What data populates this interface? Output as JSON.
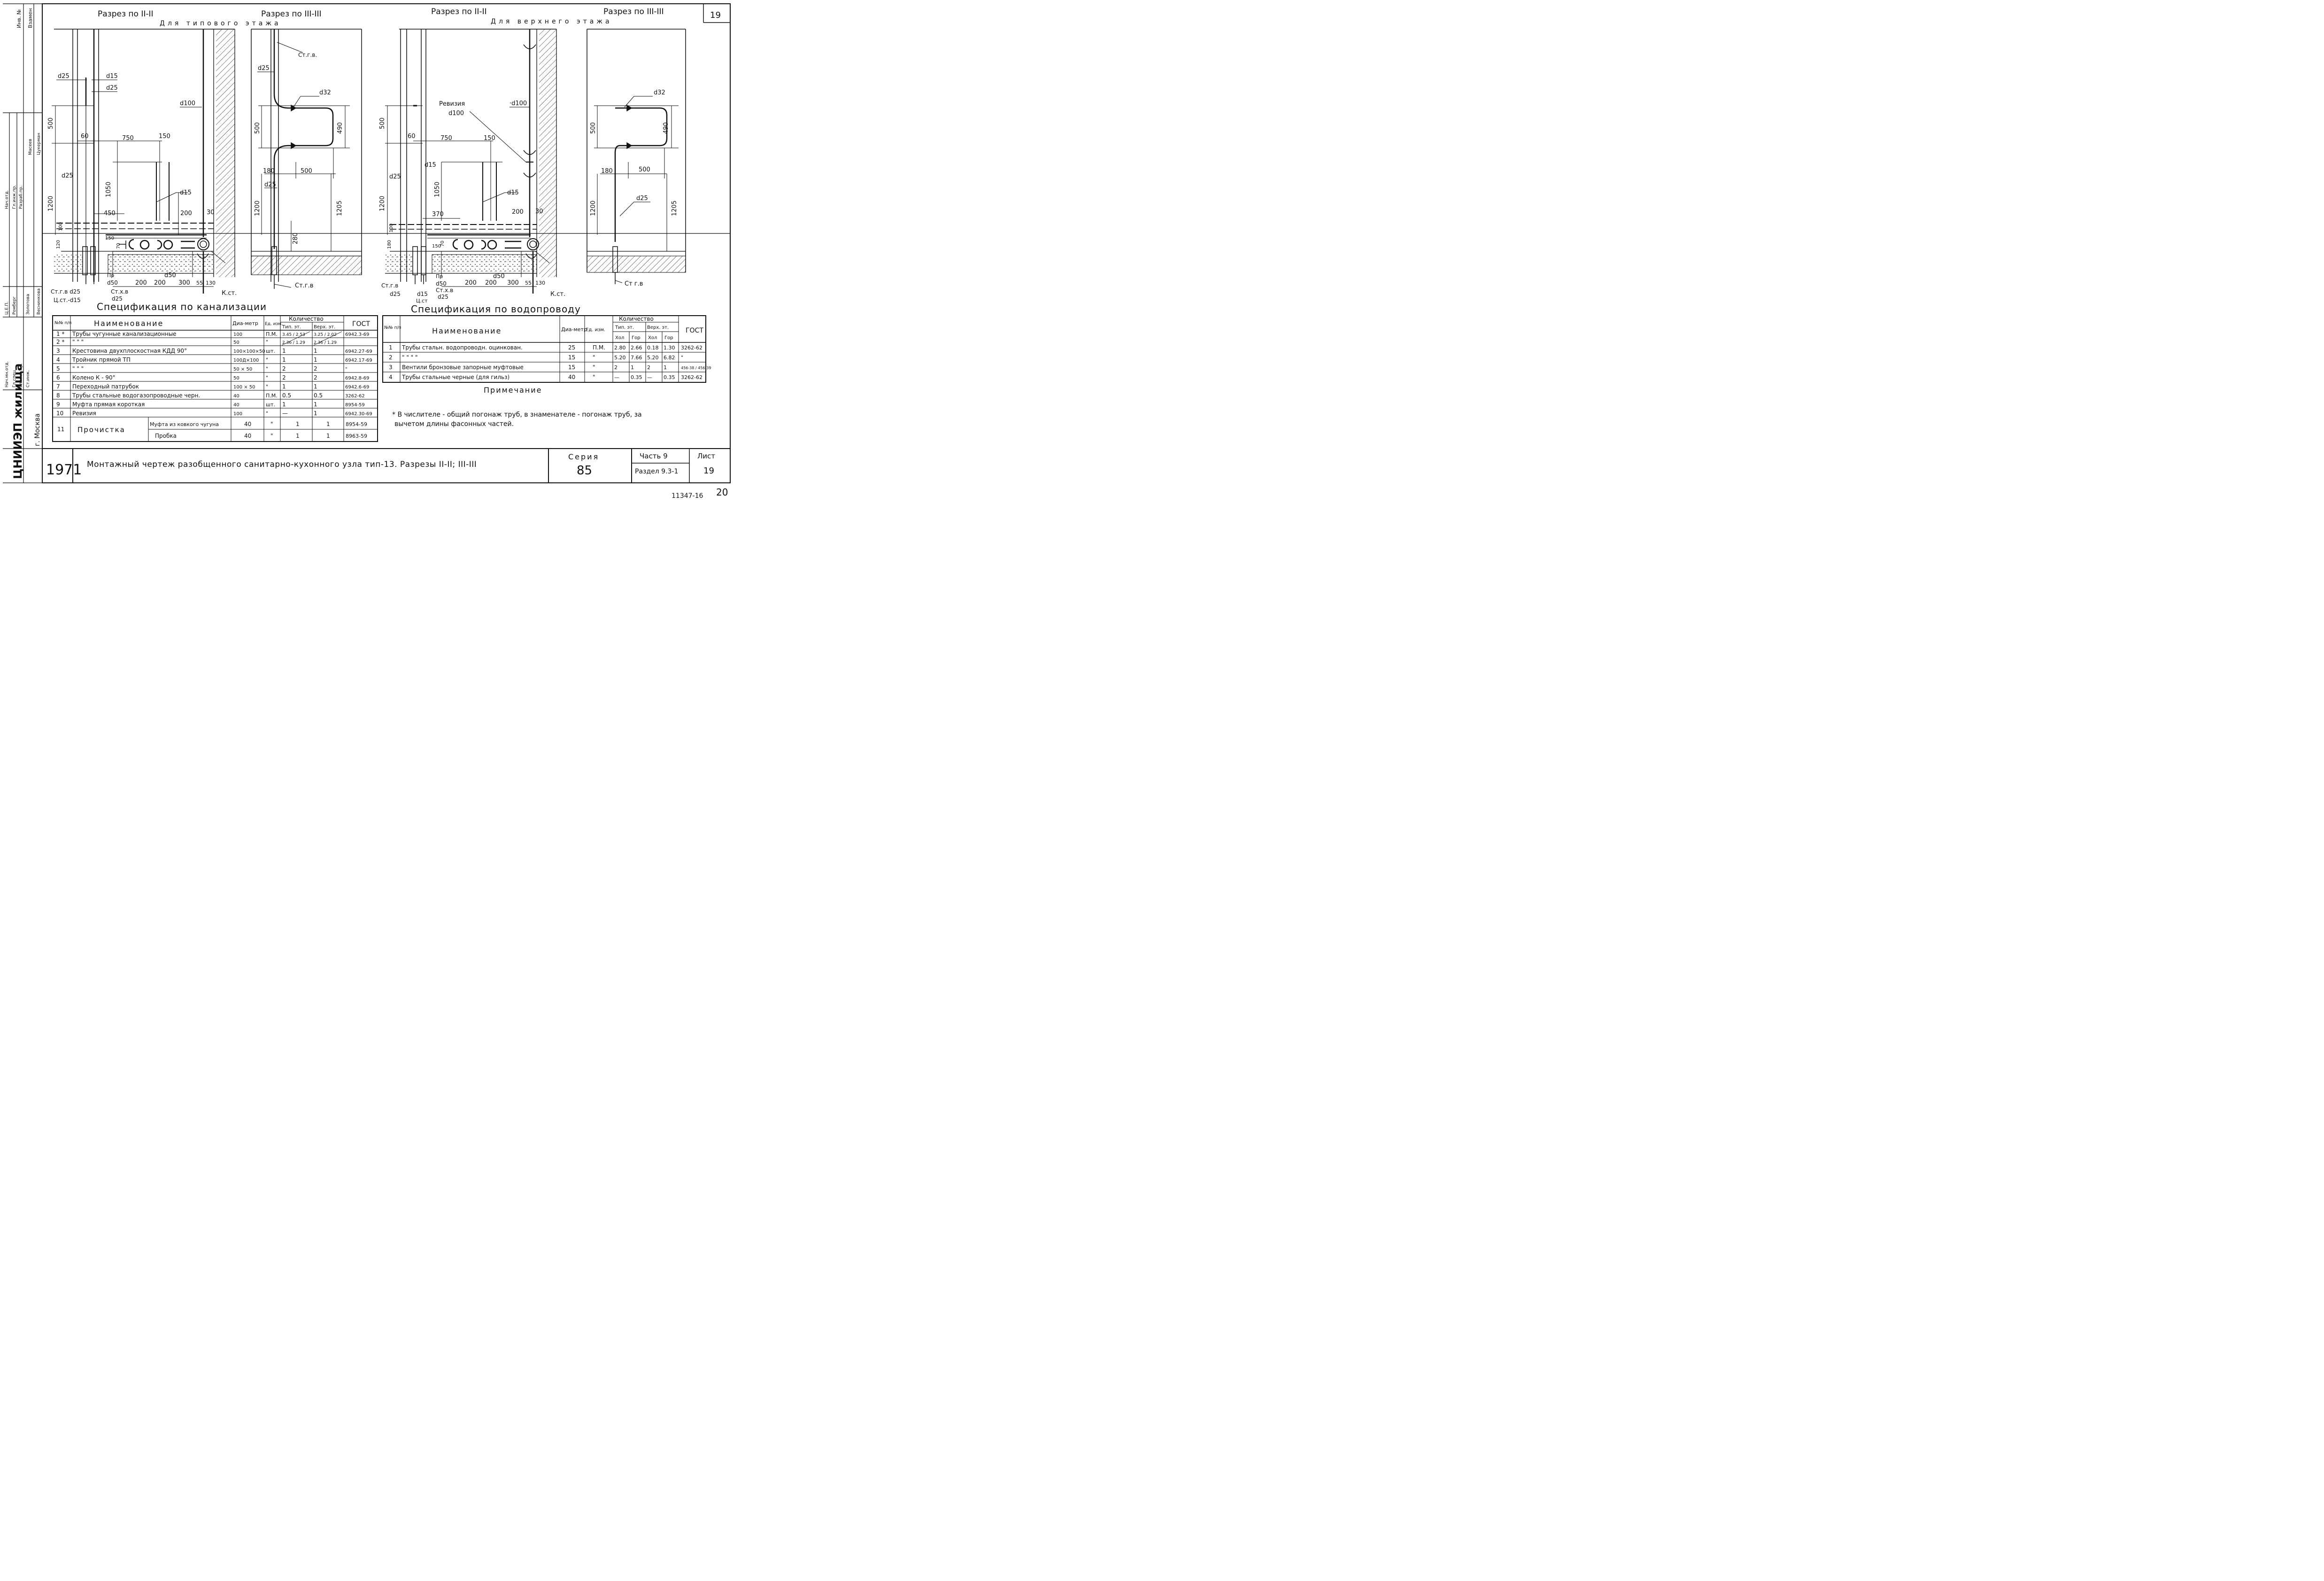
{
  "sheet_no_box": "19",
  "sections": {
    "s1_title": "Разрез по II-II",
    "s2_title": "Разрез по III-III",
    "typical_caption": "Для типового этажа",
    "s3_title": "Разрез по II-II",
    "s4_title": "Разрез по III-III",
    "upper_caption": "Для верхнего этажа"
  },
  "dims": {
    "d25": "d25",
    "d15": "d15",
    "d32": "d32",
    "d100": "d100",
    "d50": "d50",
    "d100b": "·d100",
    "d25_tilde": "d25",
    "v500": "500",
    "v490": "490",
    "v1050": "1050",
    "v1200": "1200",
    "v1205": "1205",
    "h750": "750",
    "h150": "150",
    "h60": "60",
    "h450": "450",
    "h200": "200",
    "h30": "30",
    "h300": "300",
    "h55": "55",
    "h130": "130",
    "h180": "180",
    "h280": "280",
    "h370": "370",
    "h70": "70",
    "h100": "100",
    "h120": "120",
    "h500": "500"
  },
  "labels": {
    "st_gv": "Ст.г.в.",
    "st_gv2": "Ст.г.в",
    "st_gv_d25": "Ст.г.в d25",
    "st_gv_low": "Ст.г.в",
    "ts_st": "Ц.ст.-d15",
    "ts_st2": "Ц.ст",
    "st_hv": "Ст.х.в",
    "pr": "Пр",
    "k_st": "К.ст.",
    "revision": "Ревизия",
    "revision_d": "d100",
    "st_gv_right": "Ст г.в"
  },
  "left_strip": {
    "inv": "Инв. №",
    "vzamen": "Взамен",
    "roles": [
      "Нач.отд.",
      "Гл.инж.пр.",
      "Разраб.пр."
    ],
    "names": [
      "Масеев",
      "Цукерман"
    ],
    "roles2": [
      "Нач.мн.отд.",
      "Гл.спец.",
      "Гл.инж.пр.",
      "Ст.инж."
    ],
    "names2": [
      "Ц.Е.П.",
      "Ромберг",
      "Золотова",
      "Веснинкова"
    ],
    "org": "ЦНИИЭП жилища",
    "city": "г. Москва"
  },
  "spec_sewer": {
    "title": "Спецификация по канализации",
    "headers": {
      "nn": "№№ п/п",
      "name": "Наименование",
      "dia": "Диа-метр",
      "unit": "Ед. изм.",
      "qty": "Количество",
      "typ": "Тип. эт.",
      "top": "Верх. эт.",
      "gost": "ГОСТ"
    },
    "rows": [
      {
        "n": "1 *",
        "name": "Трубы чугунные канализационные",
        "dia": "100",
        "unit": "П.М.",
        "typ": "3.45 / 2.53",
        "top": "3.25 / 2.02",
        "gost": "6942.3-69"
      },
      {
        "n": "2 *",
        "name": "\"         \"         \"",
        "dia": "50",
        "unit": "\"",
        "typ": "2.36 / 1.29",
        "top": "2.36 / 1.29",
        "gost": ""
      },
      {
        "n": "3",
        "name": "Крестовина двухплоскостная КДД 90°",
        "dia": "100×100×50",
        "unit": "шт.",
        "typ": "1",
        "top": "1",
        "gost": "6942.27-69"
      },
      {
        "n": "4",
        "name": "Тройник прямой ТП",
        "dia": "100Д×100",
        "unit": "\"",
        "typ": "1",
        "top": "1",
        "gost": "6942.17-69"
      },
      {
        "n": "5",
        "name": "\"         \"         \"",
        "dia": "50 × 50",
        "unit": "\"",
        "typ": "2",
        "top": "2",
        "gost": "\""
      },
      {
        "n": "6",
        "name": "Колено    К - 90°",
        "dia": "50",
        "unit": "\"",
        "typ": "2",
        "top": "2",
        "gost": "6942.8-69"
      },
      {
        "n": "7",
        "name": "Переходный патрубок",
        "dia": "100 × 50",
        "unit": "\"",
        "typ": "1",
        "top": "1",
        "gost": "6942.6-69"
      },
      {
        "n": "8",
        "name": "Трубы стальные водогазопроводные черн.",
        "dia": "40",
        "unit": "П.М.",
        "typ": "0.5",
        "top": "0.5",
        "gost": "3262-62"
      },
      {
        "n": "9",
        "name": "Муфта прямая короткая",
        "dia": "40",
        "unit": "шт.",
        "typ": "1",
        "top": "1",
        "gost": "8954-59"
      },
      {
        "n": "10",
        "name": "Ревизия",
        "dia": "100",
        "unit": "\"",
        "typ": "—",
        "top": "1",
        "gost": "6942.30-69"
      }
    ],
    "row11": {
      "n": "11",
      "name": "Прочистка",
      "sub1": "Муфта из ковкого чугуна",
      "sub2": "Пробка",
      "dia1": "40",
      "dia2": "40",
      "unit": "\"",
      "typ1": "1",
      "top1": "1",
      "typ2": "1",
      "top2": "1",
      "gost1": "8954-59",
      "gost2": "8963-59"
    }
  },
  "spec_water": {
    "title": "Спецификация по водопроводу",
    "headers": {
      "nn": "№№ п/п",
      "name": "Наименование",
      "dia": "Диа-метр",
      "unit": "Ед. изм.",
      "qty": "Количество",
      "typ": "Тип. эт.",
      "top": "Верх. эт.",
      "hol": "Хол",
      "gor": "Гор",
      "gost": "ГОСТ"
    },
    "rows": [
      {
        "n": "1",
        "name": "Трубы стальн. водопроводн. оцинкован.",
        "dia": "25",
        "unit": "П.М.",
        "h1": "2.80",
        "g1": "2.66",
        "h2": "0.18",
        "g2": "1.30",
        "gost": "3262-62"
      },
      {
        "n": "2",
        "name": "\"          \"          \"          \"",
        "dia": "15",
        "unit": "\"",
        "h1": "5.20",
        "g1": "7.66",
        "h2": "5.20",
        "g2": "6.82",
        "gost": "\""
      },
      {
        "n": "3",
        "name": "Вентили бронзовые запорные муфтовые",
        "dia": "15",
        "unit": "\"",
        "h1": "2",
        "g1": "1",
        "h2": "2",
        "g2": "1",
        "gost": "456-38 / 456-39"
      },
      {
        "n": "4",
        "name": "Трубы стальные черные (для гильз)",
        "dia": "40",
        "unit": "\"",
        "h1": "—",
        "g1": "0.35",
        "h2": "—",
        "g2": "0.35",
        "gost": "3262-62"
      }
    ]
  },
  "note": {
    "title": "Примечание",
    "text1": "* В числителе - общий погонаж труб, в знаменателе - погонаж труб, за",
    "text2": "вычетом длины фасонных частей."
  },
  "title_block": {
    "year": "1971",
    "title": "Монтажный чертеж разобщенного санитарно-кухонного узла тип-13. Разрезы II-II; III-III",
    "series_label": "Серия",
    "series": "85",
    "part": "Часть 9",
    "section": "Раздел 9.3-1",
    "sheet_label": "Лист",
    "sheet": "19"
  },
  "bottom_code": "11347-16",
  "page_no": "20"
}
